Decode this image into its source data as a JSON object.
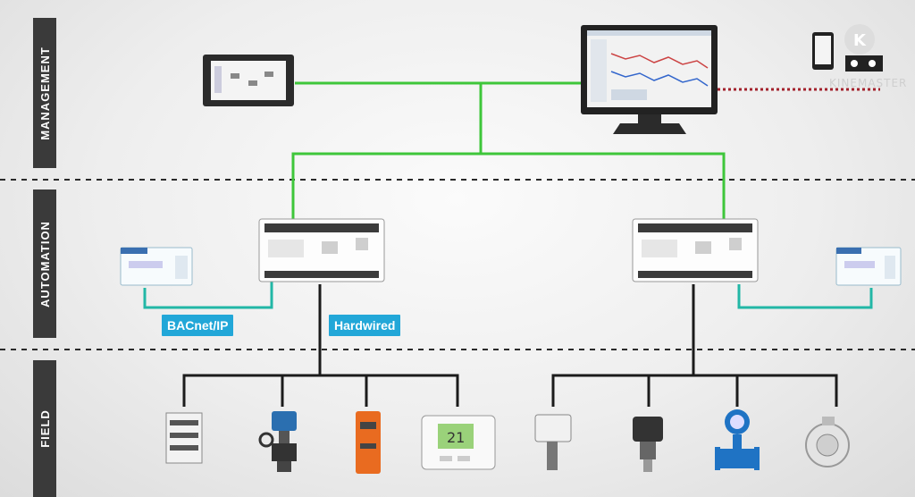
{
  "layers": [
    {
      "id": "management",
      "label": "MANAGEMENT"
    },
    {
      "id": "automation",
      "label": "AUTOMATION"
    },
    {
      "id": "field",
      "label": "FIELD"
    }
  ],
  "connections": {
    "bacnet_label": "BACnet/IP",
    "hardwired_label": "Hardwired"
  },
  "watermark": {
    "text": "KINEMASTER",
    "icon": "kinemaster-logo-icon"
  },
  "colors": {
    "network_line": "#3ec63a",
    "bacnet_line": "#22b7a6",
    "field_wire": "#1b1b1b",
    "remote_link": "#a3212c",
    "tag_bg": "#22a7d8",
    "band_bg": "#3a3a3a"
  },
  "devices": {
    "management": [
      "touch-panel-icon",
      "workstation-monitor-icon",
      "smartphone-icon"
    ],
    "automation": [
      "controller-left-icon",
      "controller-right-icon",
      "io-module-left-icon",
      "io-module-right-icon"
    ],
    "field_left": [
      "io-terminal-block-icon",
      "valve-actuator-icon",
      "damper-actuator-icon",
      "thermostat-icon"
    ],
    "field_right": [
      "duct-sensor-icon",
      "pressure-transmitter-icon",
      "flow-meter-icon",
      "cable-gland-sensor-icon"
    ]
  }
}
